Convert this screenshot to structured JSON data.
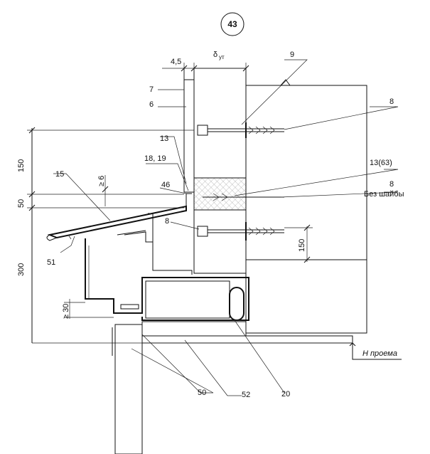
{
  "sheet_number": "43",
  "labels": {
    "dim_4_5": "4,5",
    "dim_delta": "δ",
    "dim_delta_sub": "ут",
    "l9": "9",
    "l7": "7",
    "l6": "6",
    "l8_top": "8",
    "l13": "13",
    "l18_19": "18, 19",
    "l13_63": "13(63)",
    "l8_mid": "8",
    "bez_shaiby": "Без шайбы",
    "l46": "46",
    "l15": "15",
    "l8_low": "8",
    "l51": "51",
    "dim_150": "150",
    "dim_50": "50",
    "dim_300": "300",
    "dim_ge6": "≥ 6",
    "dim_150_right": "150",
    "dim_ge30": "≥ 30",
    "h_proema": "H проема",
    "l50": "50",
    "l52": "52",
    "l20": "20"
  },
  "colors": {
    "ink": "#111111",
    "paper": "#ffffff"
  }
}
